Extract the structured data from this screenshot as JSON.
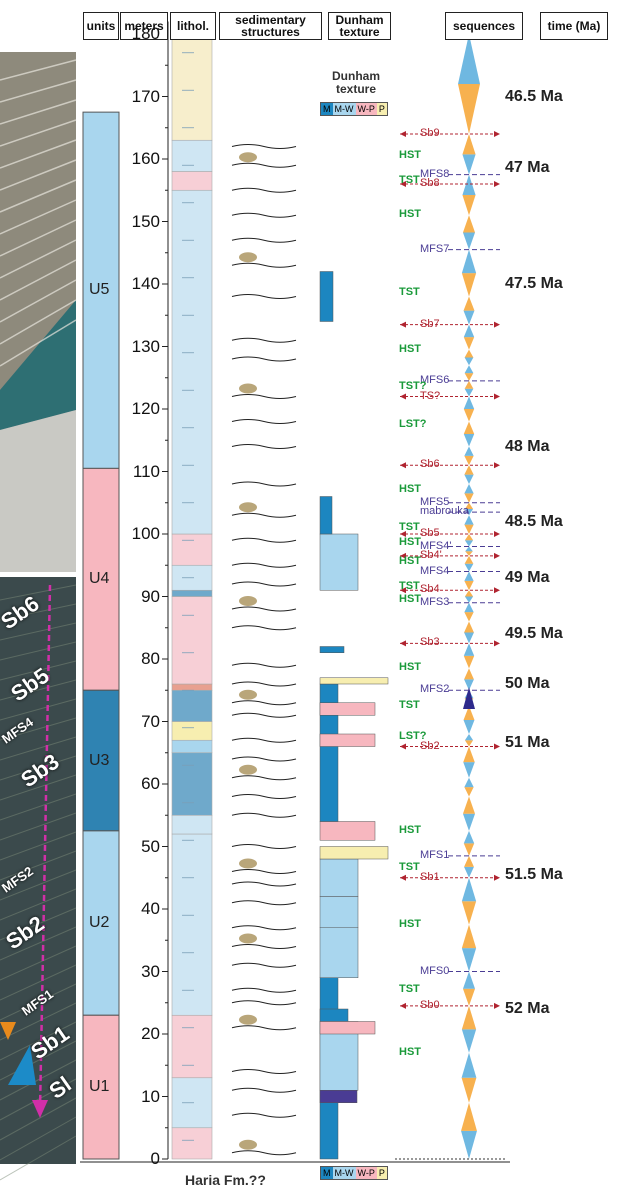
{
  "headers": {
    "units": "units",
    "meters": "meters",
    "lithol": "lithol.",
    "sedimentary": "sedimentary structures",
    "dunham": "Dunham texture",
    "sequences": "sequences",
    "time": "time (Ma)"
  },
  "meter_ticks": [
    "180",
    "170",
    "160",
    "150",
    "140",
    "130",
    "120",
    "110",
    "100",
    "90",
    "80",
    "70",
    "60",
    "50",
    "40",
    "30",
    "20",
    "10",
    "0"
  ],
  "units": [
    {
      "label": "U5",
      "from": 110.5,
      "to": 167.5,
      "color": "#a9d6ee"
    },
    {
      "label": "U4",
      "from": 75,
      "to": 110.5,
      "color": "#f7b7bf"
    },
    {
      "label": "U3",
      "from": 52.5,
      "to": 75,
      "color": "#2f83b2"
    },
    {
      "label": "U2",
      "from": 23,
      "to": 52.5,
      "color": "#a9d6ee"
    },
    {
      "label": "U1",
      "from": 0,
      "to": 23,
      "color": "#f7b7bf"
    }
  ],
  "dunham_legend": {
    "title": "Dunham texture",
    "items": [
      "M",
      "M-W",
      "W-P",
      "P"
    ],
    "colors": [
      "#1c86c0",
      "#a9d6ee",
      "#f7b7bf",
      "#f7eeb0"
    ]
  },
  "sequence_labels": [
    {
      "text": "Sb9",
      "m": 164,
      "cls": "sysC"
    },
    {
      "text": "HST",
      "m": 160.5,
      "cls": "sysA"
    },
    {
      "text": "MFS8",
      "m": 157.5,
      "cls": "sysB"
    },
    {
      "text": "TST",
      "m": 156.5,
      "cls": "sysA"
    },
    {
      "text": "Sb8",
      "m": 156,
      "cls": "sysC"
    },
    {
      "text": "HST",
      "m": 151,
      "cls": "sysA"
    },
    {
      "text": "MFS7",
      "m": 145.5,
      "cls": "sysB"
    },
    {
      "text": "TST",
      "m": 138.5,
      "cls": "sysA"
    },
    {
      "text": "Sb7",
      "m": 133.5,
      "cls": "sysC"
    },
    {
      "text": "HST",
      "m": 129.5,
      "cls": "sysA"
    },
    {
      "text": "MFS6",
      "m": 124.5,
      "cls": "sysB"
    },
    {
      "text": "TST?",
      "m": 123.5,
      "cls": "sysA"
    },
    {
      "text": "TS?",
      "m": 122,
      "cls": "sysC"
    },
    {
      "text": "LST?",
      "m": 117.5,
      "cls": "sysA"
    },
    {
      "text": "Sb6",
      "m": 111,
      "cls": "sysC"
    },
    {
      "text": "HST",
      "m": 107,
      "cls": "sysA"
    },
    {
      "text": "MFS5",
      "m": 105,
      "cls": "sysB"
    },
    {
      "text": "mabrouka",
      "m": 103.5,
      "cls": "sysB"
    },
    {
      "text": "TST",
      "m": 101,
      "cls": "sysA"
    },
    {
      "text": "Sb5",
      "m": 100,
      "cls": "sysC"
    },
    {
      "text": "HST",
      "m": 98.5,
      "cls": "sysA"
    },
    {
      "text": "MFS4'",
      "m": 98,
      "cls": "sysB"
    },
    {
      "text": "Sb4'",
      "m": 96.5,
      "cls": "sysC"
    },
    {
      "text": "HST",
      "m": 95.5,
      "cls": "sysA"
    },
    {
      "text": "MFS4",
      "m": 94,
      "cls": "sysB"
    },
    {
      "text": "TST",
      "m": 91.5,
      "cls": "sysA"
    },
    {
      "text": "Sb4",
      "m": 91,
      "cls": "sysC"
    },
    {
      "text": "HST",
      "m": 89.5,
      "cls": "sysA"
    },
    {
      "text": "MFS3",
      "m": 89,
      "cls": "sysB"
    },
    {
      "text": "Sb3",
      "m": 82.5,
      "cls": "sysC"
    },
    {
      "text": "HST",
      "m": 78.5,
      "cls": "sysA"
    },
    {
      "text": "MFS2",
      "m": 75,
      "cls": "sysB"
    },
    {
      "text": "TST",
      "m": 72.5,
      "cls": "sysA"
    },
    {
      "text": "LST?",
      "m": 67.5,
      "cls": "sysA"
    },
    {
      "text": "Sb2",
      "m": 66,
      "cls": "sysC"
    },
    {
      "text": "HST",
      "m": 52.5,
      "cls": "sysA"
    },
    {
      "text": "MFS1",
      "m": 48.5,
      "cls": "sysB"
    },
    {
      "text": "TST",
      "m": 46.5,
      "cls": "sysA"
    },
    {
      "text": "Sb1",
      "m": 45,
      "cls": "sysC"
    },
    {
      "text": "HST",
      "m": 37.5,
      "cls": "sysA"
    },
    {
      "text": "MFS0",
      "m": 30,
      "cls": "sysB"
    },
    {
      "text": "TST",
      "m": 27,
      "cls": "sysA"
    },
    {
      "text": "Sb0",
      "m": 24.5,
      "cls": "sysC"
    },
    {
      "text": "HST",
      "m": 17,
      "cls": "sysA"
    }
  ],
  "ages": [
    {
      "text": "46.5 Ma",
      "m": 170
    },
    {
      "text": "47 Ma",
      "m": 158.5
    },
    {
      "text": "47.5 Ma",
      "m": 140
    },
    {
      "text": "48 Ma",
      "m": 114
    },
    {
      "text": "48.5 Ma",
      "m": 102
    },
    {
      "text": "49 Ma",
      "m": 93
    },
    {
      "text": "49.5 Ma",
      "m": 84
    },
    {
      "text": "50 Ma",
      "m": 76
    },
    {
      "text": "51 Ma",
      "m": 66.5
    },
    {
      "text": "51.5 Ma",
      "m": 45.5
    },
    {
      "text": "52 Ma",
      "m": 24
    }
  ],
  "photo_labels": [
    "Sb5",
    "MFS4",
    "Sb3",
    "MFS2",
    "Sb2",
    "MFS1",
    "Sb1",
    "Sb6",
    "Sl"
  ],
  "footer": "Haria Fm.??"
}
